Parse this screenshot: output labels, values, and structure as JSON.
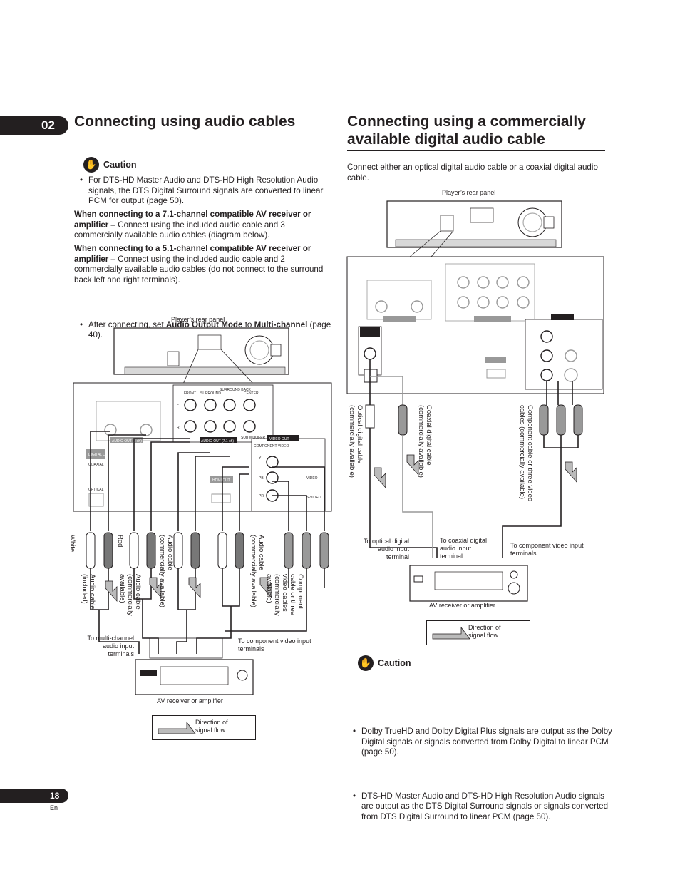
{
  "chapter": "02",
  "page_number": "18",
  "lang": "En",
  "left": {
    "title": "Connecting using audio cables",
    "caution_title": "Caution",
    "caution_bullet": "For DTS-HD Master Audio and DTS-HD High Resolution Audio signals, the DTS Digital Surround signals are converted to linear PCM for output (page 50).",
    "p1_bold": "When connecting to a 7.1-channel compatible AV receiver or amplifier",
    "p1_rest": " – Connect using the included audio cable and 3 commercially available audio cables (diagram below).",
    "p2_bold": "When connecting to a 5.1-channel compatible AV receiver or amplifier",
    "p2_rest": " – Connect using the included audio cable and 2 commercially available audio cables (do not connect to the surround back left and right terminals).",
    "b2_pre": "After connecting, set ",
    "b2_bold1": "Audio Output Mode",
    "b2_mid": " to ",
    "b2_bold2": "Multi-channel",
    "b2_post": " (page 40).",
    "diagram": {
      "rear_panel": "Player’s rear panel",
      "front": "FRONT",
      "surround": "SURROUND",
      "surround_back": "SURROUND BACK",
      "center": "CENTER",
      "l": "L",
      "r": "R",
      "sub_woofer": "SUB WOOFER",
      "audio_out_2ch": "AUDIO OUT (2 ch)",
      "audio_out_71ch": "AUDIO OUT (7.1 ch)",
      "digital_out": "DIGITAL OUT",
      "coaxial": "COAXIAL",
      "optical": "OPTICAL",
      "video_out": "VIDEO OUT",
      "component_video": "COMPONENT VIDEO",
      "y": "Y",
      "pb": "PB",
      "pr": "PR",
      "video": "VIDEO",
      "s_video": "S-VIDEO",
      "hdmi_out": "HDMI OUT",
      "white": "White",
      "red": "Red",
      "cable1": "Audio cable\n(included)",
      "cable2": "Audio cable\n(commercially\navailable)",
      "cable3": "Audio cable\n(commercially available)",
      "cable4": "Audio cable\n(commercially available)",
      "cable5": "Component\ncable or three\nvideo cables\n(commercially\navailable)",
      "to_multi": "To multi-channel\naudio input\nterminals",
      "to_component": "To component video input\nterminals",
      "av_receiver": "AV receiver or amplifier",
      "direction": "Direction of\nsignal flow"
    }
  },
  "right": {
    "title": "Connecting using a commercially available digital audio cable",
    "intro": "Connect either an optical digital audio cable or a coaxial digital audio cable.",
    "caution_title": "Caution",
    "caution_b1": "Dolby TrueHD and Dolby Digital Plus signals are output as the Dolby Digital signals or signals converted from Dolby Digital to linear PCM (page 50).",
    "caution_b2": "DTS-HD Master Audio and DTS-HD High Resolution Audio signals are output as the DTS Digital Surround signals or signals converted from DTS Digital Surround to linear PCM (page 50).",
    "diagram": {
      "rear_panel": "Player’s rear panel",
      "optical_cable": "Optical digital cable\n(commercially available)",
      "coaxial_cable": "Coaxial digital cable\n(commercially available)",
      "component_cable": "Component cable or three video\ncables (commercially available)",
      "to_optical": "To optical digital\naudio input\nterminal",
      "to_coaxial": "To coaxial digital\naudio input\nterminal",
      "to_component": "To component video input\nterminals",
      "av_receiver": "AV receiver or amplifier",
      "direction": "Direction of\nsignal flow"
    }
  }
}
